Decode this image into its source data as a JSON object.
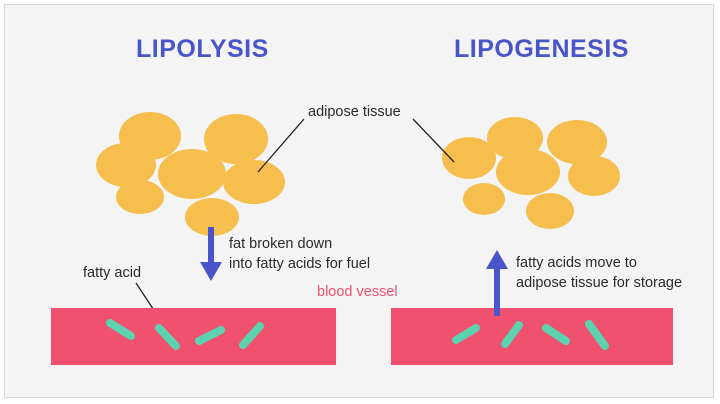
{
  "headings": {
    "left": "LIPOLYSIS",
    "right": "LIPOGENESIS"
  },
  "labels": {
    "adipose_tissue": "adipose tissue",
    "fatty_acid": "fatty acid",
    "breakdown_line1": "fat broken down",
    "breakdown_line2": "into fatty acids for fuel",
    "blood_vessel": "blood vessel",
    "storage_line1": "fatty acids move to",
    "storage_line2": "adipose tissue for storage"
  },
  "colors": {
    "heading": "#4a55c9",
    "fat_cell": "#f6be4d",
    "vessel": "#f0516e",
    "fatty_acid": "#5cd3ae",
    "arrow": "#4a55c9",
    "vessel_label": "#f0516e",
    "background": "#f4f4f4"
  },
  "arrows": {
    "left": "down",
    "right": "up"
  }
}
